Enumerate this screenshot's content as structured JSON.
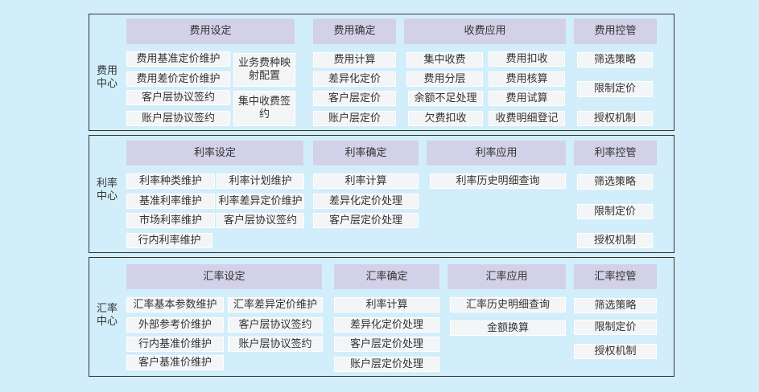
{
  "fee": {
    "label": "费用中心",
    "headers": [
      "费用设定",
      "费用确定",
      "收费应用",
      "费用控管"
    ],
    "setting": [
      "费用基准定价维护",
      "费用差价定价维护",
      "客户层协议签约",
      "账户层协议签约",
      "业务费种映射配置",
      "集中收费签约"
    ],
    "confirm": [
      "费用计算",
      "差异化定价",
      "客户层定价",
      "账户层定价"
    ],
    "apply": [
      "集中收费",
      "费用扣收",
      "费用分层",
      "费用核算",
      "余额不足处理",
      "费用试算",
      "欠费扣收",
      "收费明细登记"
    ],
    "control": [
      "筛选策略",
      "限制定价",
      "授权机制"
    ]
  },
  "rate": {
    "label": "利率中心",
    "headers": [
      "利率设定",
      "利率确定",
      "利率应用",
      "利率控管"
    ],
    "setting": [
      "利率种类维护",
      "利率计划维护",
      "基准利率维护",
      "利率差异定价维护",
      "市场利率维护",
      "客户层协议签约",
      "行内利率维护"
    ],
    "confirm": [
      "利率计算",
      "差异化定价处理",
      "客户层定价处理"
    ],
    "apply": [
      "利率历史明细查询"
    ],
    "control": [
      "筛选策略",
      "限制定价",
      "授权机制"
    ]
  },
  "fx": {
    "label": "汇率中心",
    "headers": [
      "汇率设定",
      "汇率确定",
      "汇率应用",
      "汇率控管"
    ],
    "setting": [
      "汇率基本参数维护",
      "汇率差异定价维护",
      "外部参考价维护",
      "客户层协议签约",
      "行内基准价维护",
      "账户层协议签约",
      "客户基准价维护"
    ],
    "confirm": [
      "利率计算",
      "差异化定价处理",
      "客户层定价处理",
      "账户层定价处理"
    ],
    "apply": [
      "汇率历史明细查询",
      "金额换算"
    ],
    "control": [
      "筛选策略",
      "限制定价",
      "授权机制"
    ]
  }
}
